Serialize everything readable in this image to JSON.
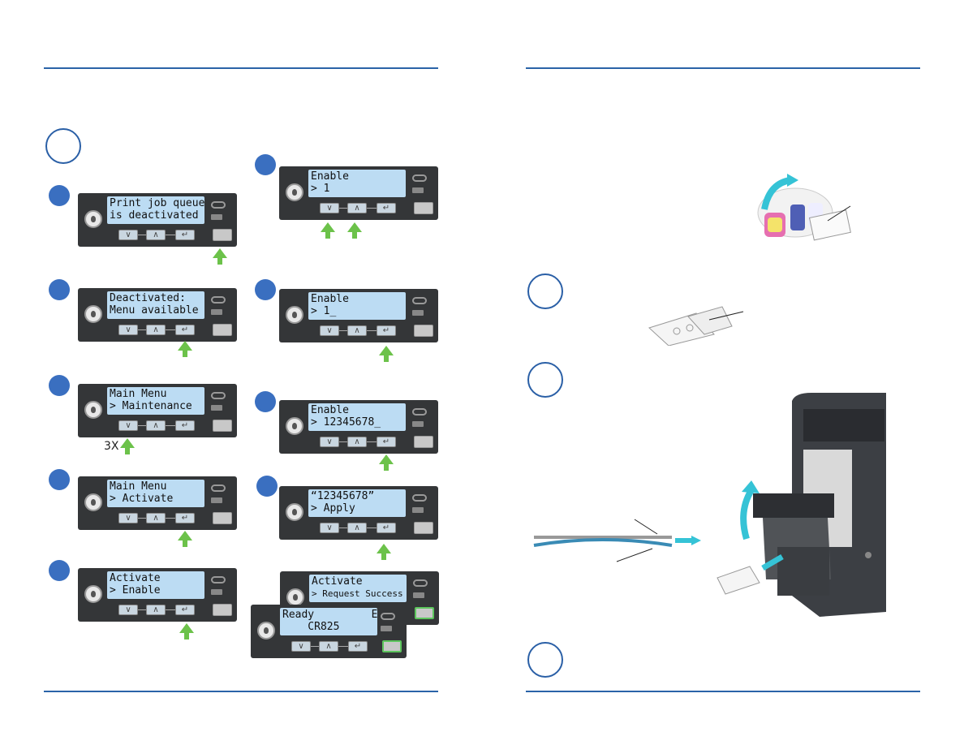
{
  "colors": {
    "rule": "#2a63a8",
    "step_dot": "#3a6fc0",
    "lcd": "#bcdcf3",
    "arrow": "#6cc24a",
    "teal_arrow": "#35c3d6"
  },
  "panels": [
    {
      "line1": "Print job queue",
      "line2": "is deactivated"
    },
    {
      "line1": "Deactivated:",
      "line2": "Menu available"
    },
    {
      "line1": "Main Menu",
      "line2": "> Maintenance"
    },
    {
      "line1": "Main Menu",
      "line2": "> Activate"
    },
    {
      "line1": "Activate",
      "line2": "> Enable"
    },
    {
      "line1": "Enable",
      "line2": "> 1"
    },
    {
      "line1": "Enable",
      "line2": "> 1_"
    },
    {
      "line1": "Enable",
      "line2": "> 12345678_"
    },
    {
      "line1": "“12345678”",
      "line2": "> Apply"
    },
    {
      "line1": "Activate",
      "line2": "> Request Success"
    },
    {
      "line1": "Ready         Eng",
      "line2": "    CR825"
    }
  ],
  "press_count": "3X",
  "icons": [
    "power-icon",
    "down-arrow-icon",
    "up-arrow-icon",
    "enter-icon",
    "ribbon-icon",
    "card-stack-icon"
  ]
}
